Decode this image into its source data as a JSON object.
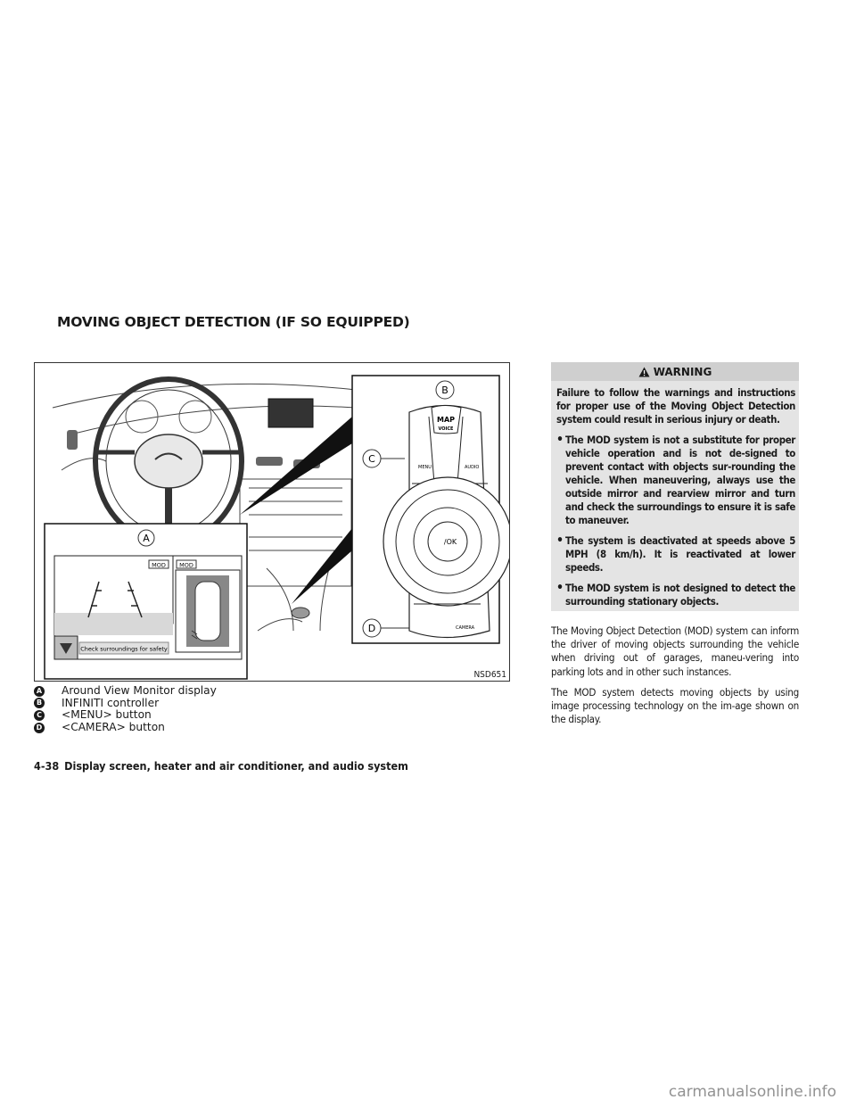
{
  "section_title": "MOVING OBJECT DETECTION (IF SO EQUIPPED)",
  "figure": {
    "code": "NSD651",
    "callouts": [
      "A",
      "B",
      "C",
      "D"
    ],
    "screen_labels": {
      "mod": "MOD",
      "check": "Check surroundings for safety"
    },
    "controller_labels": {
      "map": "MAP",
      "voice": "VOICE",
      "menu": "MENU",
      "audio": "AUDIO",
      "ok": "/OK",
      "camera": "CAMERA"
    }
  },
  "legend": [
    {
      "badge": "A",
      "text": "Around View Monitor display"
    },
    {
      "badge": "B",
      "text": "INFINITI controller"
    },
    {
      "badge": "C",
      "text": "<MENU> button"
    },
    {
      "badge": "D",
      "text": "<CAMERA> button"
    }
  ],
  "warning": {
    "title": "WARNING",
    "intro": "Failure to follow the warnings and instructions for proper use of the Moving Object Detection system could result in serious injury or death.",
    "bullets": [
      "The MOD system is not a substitute for proper vehicle operation and is not de-signed to prevent contact with objects sur-rounding the vehicle. When maneuvering, always use the outside mirror and rearview mirror and turn and check the surroundings to ensure it is safe to maneuver.",
      "The system is deactivated at speeds above 5 MPH (8 km/h). It is reactivated at lower speeds.",
      "The MOD system is not designed to detect the surrounding stationary objects."
    ]
  },
  "body": [
    "The Moving Object Detection (MOD) system can inform the driver of moving objects surrounding the vehicle when driving out of garages, maneu-vering into parking lots and in other such instances.",
    "The MOD system detects moving objects by using image processing technology on the im-age shown on the display."
  ],
  "footer": {
    "page": "4-38",
    "title": "Display screen, heater and air conditioner, and audio system"
  },
  "watermark": "carmanualsonline.info"
}
